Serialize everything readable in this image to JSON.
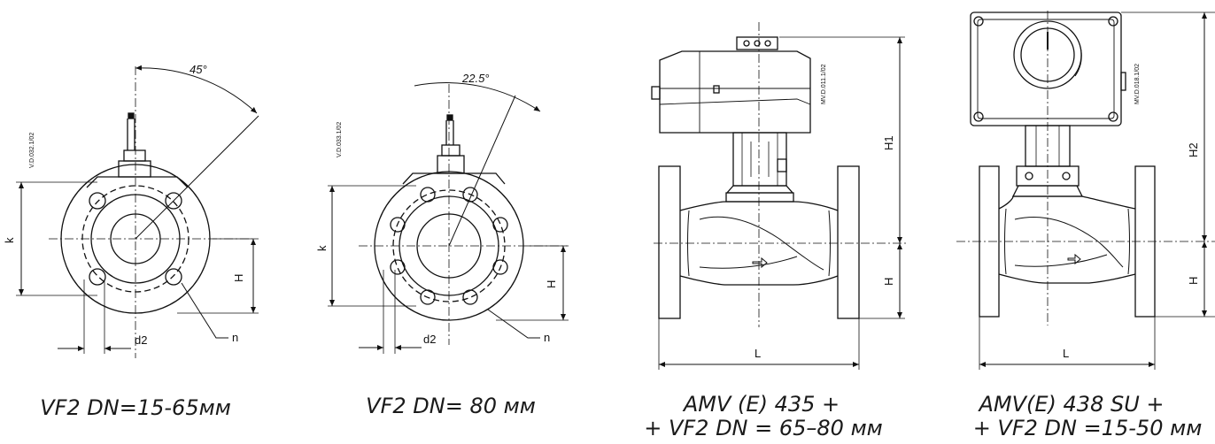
{
  "drawings": [
    {
      "code": "V.D.032.1/02",
      "angle": "45°",
      "dims": {
        "k": "k",
        "h": "H",
        "d2": "d2",
        "n": "n"
      },
      "caption": [
        "VF2 DN=15-65мм"
      ]
    },
    {
      "code": "V.D.033.1/02",
      "angle": "22.5°",
      "dims": {
        "k": "k",
        "h": "H",
        "d2": "d2",
        "n": "n"
      },
      "caption": [
        "VF2 DN= 80 мм"
      ]
    },
    {
      "code": "MV.D.011.1/02",
      "dims": {
        "h1": "H1",
        "h": "H",
        "l": "L"
      },
      "caption": [
        "AMV (E) 435 +",
        "+ VF2 DN = 65–80 мм"
      ]
    },
    {
      "code": "MV.D.018.1/02",
      "dims": {
        "h2": "H2",
        "h": "H",
        "l": "L"
      },
      "caption": [
        "AMV(E) 438 SU +",
        "+ VF2 DN =15-50 мм"
      ]
    }
  ]
}
